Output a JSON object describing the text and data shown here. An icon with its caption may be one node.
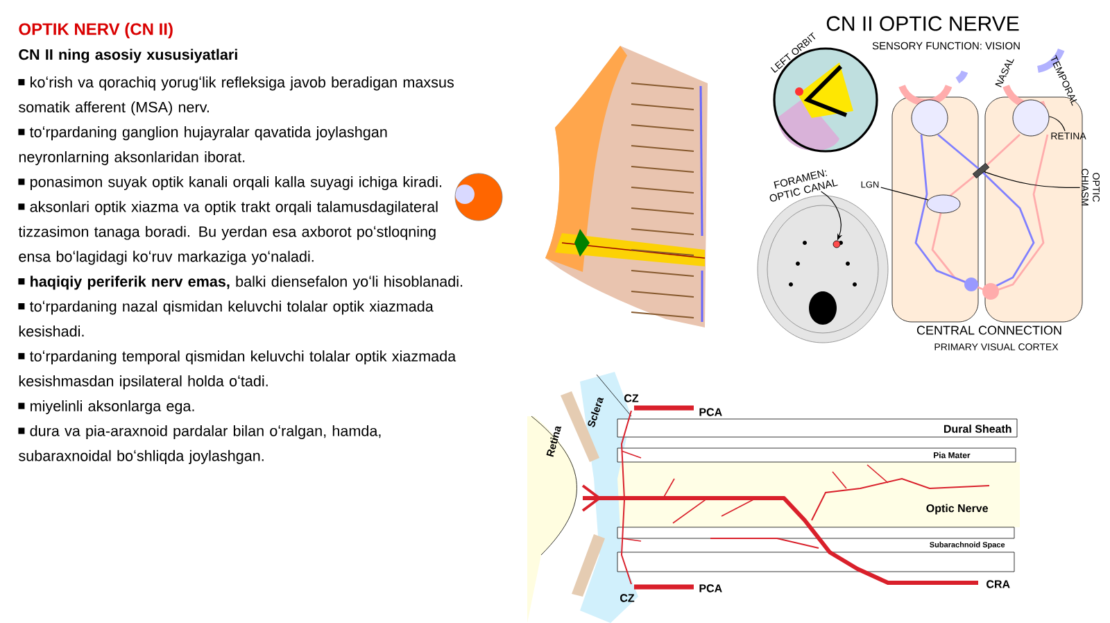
{
  "diagram": {
    "title": "OPTIK NERV (CN II)",
    "nodes": [
      {
        "text": [
          "FORAMEN: OPTIC CANAL"
        ]
      },
      {
        "text": [],
        "shape": "circle"
      },
      {
        "text": [
          "LGN"
        ]
      },
      {
        "text": [],
        "shape": "circle"
      },
      {
        "text": [
          "RETINA"
        ]
      },
      {
        "text": [],
        "shape": "circle"
      },
      {
        "text": [
          "OPTIC CHIASM"
        ]
      },
      {
        "text": [],
        "shape": "box"
      }
    ],
    "edges": [
      {
        "from": 0,
        "to": 1,
        "arrow": "to"
      },
      {
        "from": 2,
        "to": 3,
        "arrow": "none"
      },
      {
        "from": 4,
        "to": 5,
        "arrow": "none"
      },
      {
        "from": 6,
        "to": 7,
        "arrow": "none"
      }
    ],
    "labels": [
      "CN II ning asosiy xususiyatlari",
      "koʻrish va qorachiq yorugʻlik refleksiga javob beradigan maxsus somatik afferent (MSA) nerv.",
      "toʻrpardaning ganglion hujayralar qavatida joylashgan neyronlarning aksonlaridan iborat.",
      "ponasimon suyak optik kanali orqali kalla suyagi ichiga kiradi.",
      "aksonlari optik xiazma va optik trakt orqali talamusdagilateral tizzasimon tanaga boradi. Bu yerdan esa axborot poʻstloqning ensa boʻlagidagi koʻruv markaziga yoʻnaladi.",
      "**haqiqiy periferik nerv emas,** balki diensefalon yoʻli hisoblanadi.",
      "toʻrpardaning nazal qismidan keluvchi tolalar optik xiazmada kesishadi.",
      "toʻrpardaning temporal qismidan keluvchi tolalar optik xiazmada kesishmasdan ipsilateral holda oʻtadi.",
      "miyelinli aksonlarga ega.",
      "dura va pia-araxnoid pardalar bilan oʻralgan, hamda, subaraxnoidal boʻshliqda joylashgan.",
      "CN II OPTIC NERVE",
      "SENSORY FUNCTION: VISION",
      "LEFT ORBIT",
      "NASAL",
      "TEMPORAL",
      "CENTRAL CONNECTION",
      "PRIMARY VISUAL CORTEX",
      "Retina",
      "Sclera",
      "CZ",
      "PCA",
      "Dural Sheath",
      "Pia Mater",
      "Optic Nerve",
      "Subarachnoid Space",
      "CZ",
      "PCA",
      "CRA"
    ]
  }
}
